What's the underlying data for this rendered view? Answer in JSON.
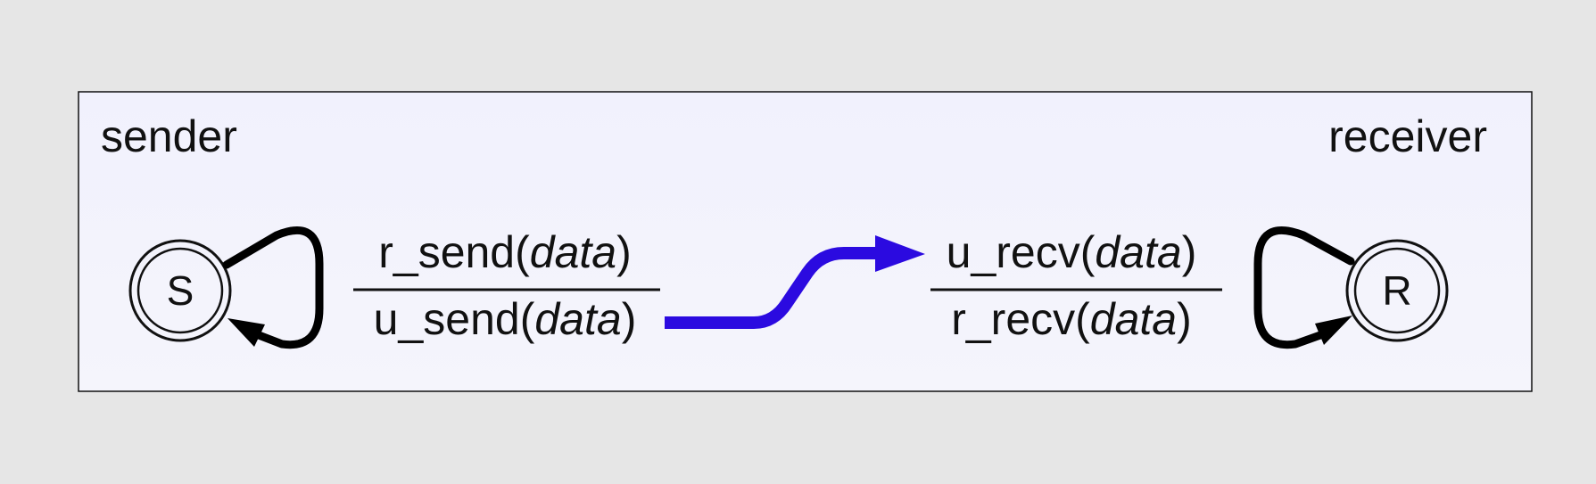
{
  "diagram": {
    "sender_label": "sender",
    "receiver_label": "receiver",
    "sender_state": {
      "letter": "S",
      "numerator": {
        "prefix": "r_send(",
        "arg": "data",
        "suffix": ")"
      },
      "denominator": {
        "prefix": "u_send(",
        "arg": "data",
        "suffix": ")"
      }
    },
    "receiver_state": {
      "letter": "R",
      "numerator": {
        "prefix": "u_recv(",
        "arg": "data",
        "suffix": ")"
      },
      "denominator": {
        "prefix": "r_recv(",
        "arg": "data",
        "suffix": ")"
      }
    },
    "colors": {
      "page_background": "#e6e6e6",
      "panel_background": "#f3f3fd",
      "panel_border": "#111111",
      "ink": "#111111",
      "message_arrow": "#2b0ae0"
    }
  }
}
